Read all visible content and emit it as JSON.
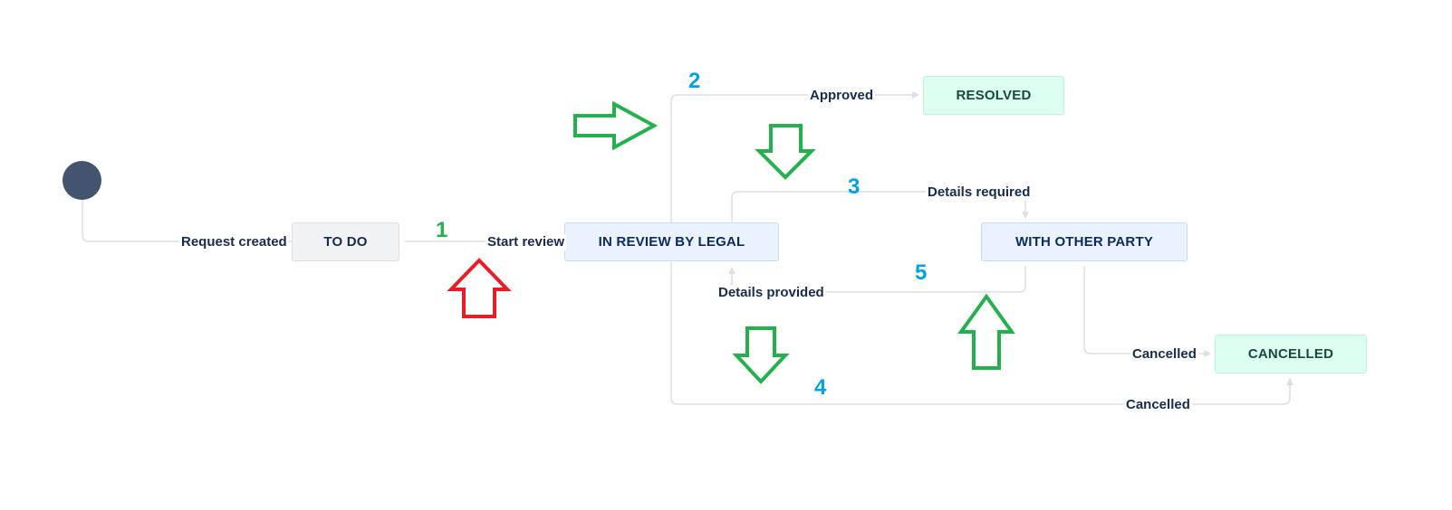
{
  "statuses": {
    "todo": "TO DO",
    "in_review": "IN REVIEW BY LEGAL",
    "resolved": "RESOLVED",
    "with_other_party": "WITH OTHER PARTY",
    "cancelled": "CANCELLED"
  },
  "transitions": {
    "request_created": "Request created",
    "start_review": "Start review",
    "approved": "Approved",
    "details_required": "Details required",
    "details_provided": "Details provided",
    "cancelled_from_other_party": "Cancelled",
    "cancelled_from_review": "Cancelled"
  },
  "step_numbers": {
    "one": "1",
    "two": "2",
    "three": "3",
    "four": "4",
    "five": "5"
  },
  "colors": {
    "connector": "#dcdfe4",
    "start_node": "#44546f",
    "step_one": "#22b14c",
    "step_other": "#00a2e8",
    "highlight_arrow_green": "#22b14c",
    "highlight_arrow_red": "#ed1c24"
  }
}
